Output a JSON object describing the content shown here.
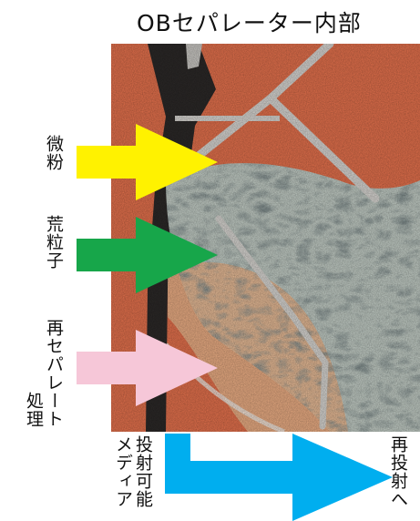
{
  "title": "OBセパレーター内部",
  "labels": {
    "fine_powder": "微粉",
    "coarse_particles": "荒粒子",
    "reseparation_line1": "再セパレート",
    "reseparation_line2": "処理",
    "reusable_line1": "投射可能",
    "reusable_line2": "メディア",
    "reprojection": "再投射へ"
  },
  "colors": {
    "fine_powder_arrow": "#fff200",
    "coarse_particles_arrow": "#17a64a",
    "reseparation_arrow": "#f6c7d8",
    "reprojection_arrow": "#00aeef",
    "photo_background": "#e2704c"
  }
}
